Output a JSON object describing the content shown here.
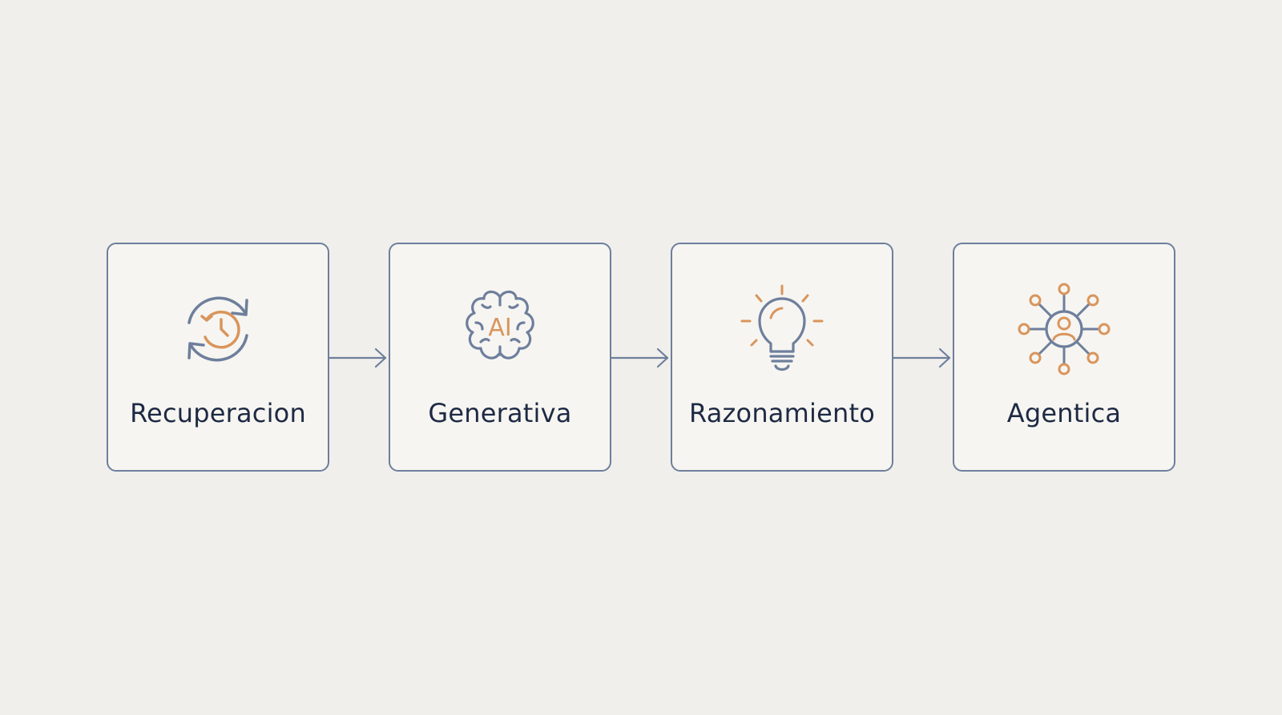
{
  "colors": {
    "background": "#f0efeb",
    "card_background": "#f6f5f1",
    "outline": "#6e7f9c",
    "accent": "#d9955c",
    "text": "#1e2a44"
  },
  "steps": [
    {
      "label": "Recuperacion",
      "icon": "history-clock-refresh-icon"
    },
    {
      "label": "Generativa",
      "icon": "brain-ai-icon",
      "icon_text": "AI"
    },
    {
      "label": "Razonamiento",
      "icon": "lightbulb-icon"
    },
    {
      "label": "Agentica",
      "icon": "network-person-icon"
    }
  ]
}
